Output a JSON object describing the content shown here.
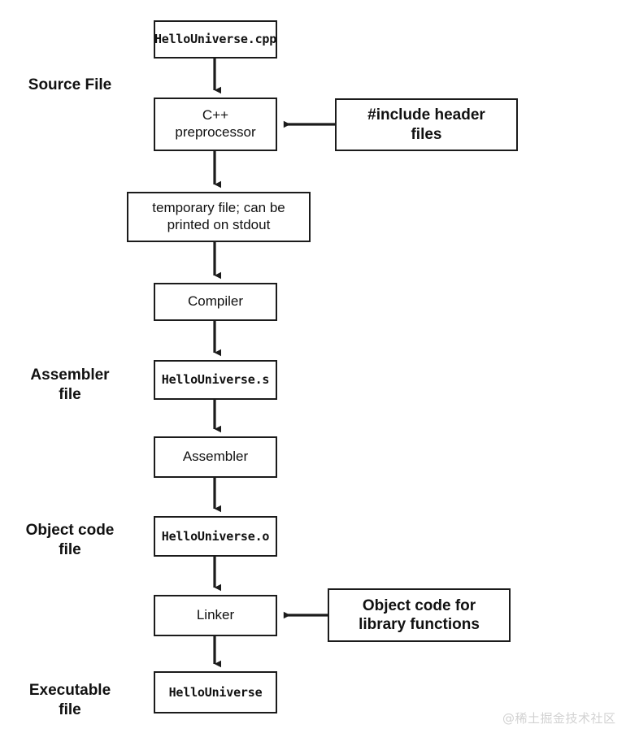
{
  "diagram": {
    "title": "C++ compilation pipeline",
    "background_color": "#ffffff",
    "stroke_color": "#1b1b1b",
    "stage_labels": [
      {
        "id": "source-file",
        "text": "Source File"
      },
      {
        "id": "assembler-file",
        "text": "Assembler\nfile"
      },
      {
        "id": "object-code-file",
        "text": "Object code\nfile"
      },
      {
        "id": "executable-file",
        "text": "Executable\nfile"
      }
    ],
    "nodes": [
      {
        "id": "hello-universe-cpp",
        "text": "HelloUniverse.cpp",
        "style": "mono"
      },
      {
        "id": "cpp-preprocessor",
        "text": "C++\npreprocessor",
        "style": "plain"
      },
      {
        "id": "include-header-files",
        "text": "#include header\nfiles",
        "style": "strong"
      },
      {
        "id": "temporary-file",
        "text": "temporary file; can be\nprinted on stdout",
        "style": "plain"
      },
      {
        "id": "compiler",
        "text": "Compiler",
        "style": "plain"
      },
      {
        "id": "hello-universe-s",
        "text": "HelloUniverse.s",
        "style": "mono"
      },
      {
        "id": "assembler",
        "text": "Assembler",
        "style": "plain"
      },
      {
        "id": "hello-universe-o",
        "text": "HelloUniverse.o",
        "style": "mono"
      },
      {
        "id": "linker",
        "text": "Linker",
        "style": "plain"
      },
      {
        "id": "object-code-library",
        "text": "Object code for\nlibrary functions",
        "style": "strong"
      },
      {
        "id": "hello-universe",
        "text": "HelloUniverse",
        "style": "mono"
      }
    ],
    "edges": [
      {
        "from": "hello-universe-cpp",
        "to": "cpp-preprocessor",
        "direction": "down"
      },
      {
        "from": "cpp-preprocessor",
        "to": "temporary-file",
        "direction": "down"
      },
      {
        "from": "temporary-file",
        "to": "compiler",
        "direction": "down"
      },
      {
        "from": "compiler",
        "to": "hello-universe-s",
        "direction": "down"
      },
      {
        "from": "hello-universe-s",
        "to": "assembler",
        "direction": "down"
      },
      {
        "from": "assembler",
        "to": "hello-universe-o",
        "direction": "down"
      },
      {
        "from": "hello-universe-o",
        "to": "linker",
        "direction": "down"
      },
      {
        "from": "linker",
        "to": "hello-universe",
        "direction": "down"
      },
      {
        "from": "include-header-files",
        "to": "cpp-preprocessor",
        "direction": "left"
      },
      {
        "from": "object-code-library",
        "to": "linker",
        "direction": "left"
      }
    ],
    "watermark": "@稀土掘金技术社区"
  }
}
